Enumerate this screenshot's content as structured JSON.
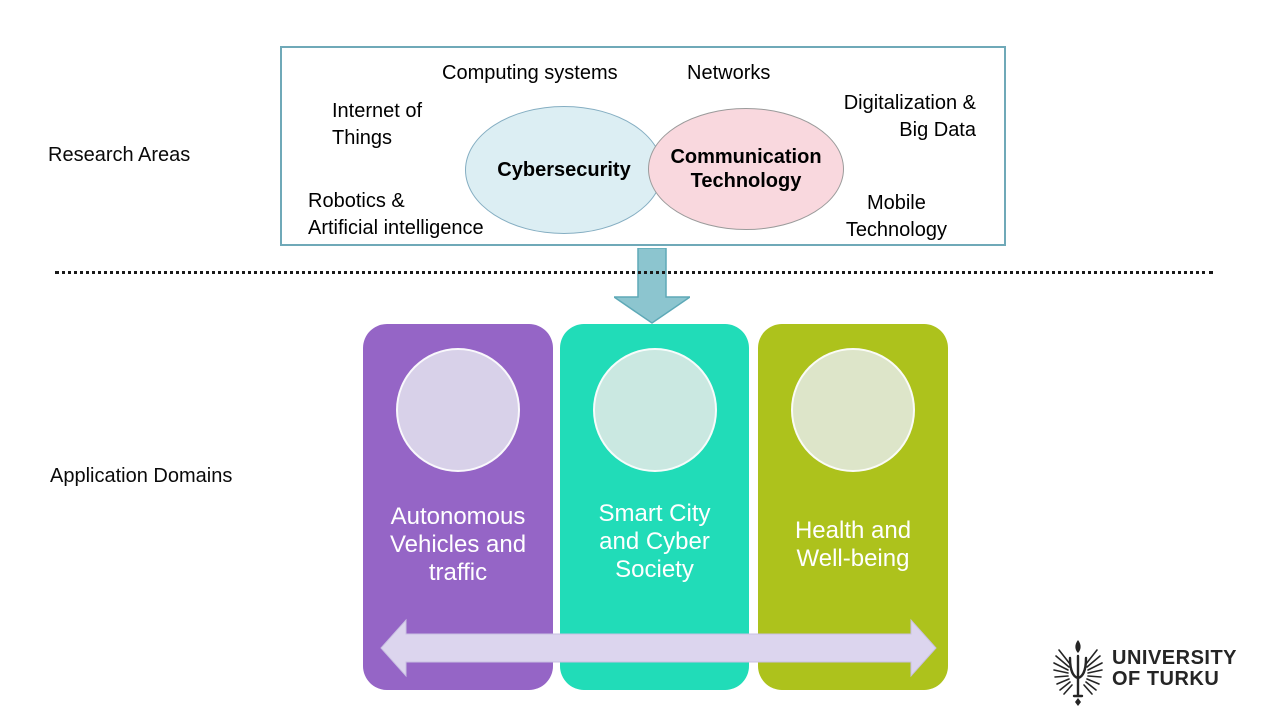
{
  "colors": {
    "background": "#ffffff",
    "box_border": "#6fa9b8",
    "cyber_fill": "#dceef3",
    "cyber_stroke": "#85aec2",
    "comm_fill": "#f9d8de",
    "comm_stroke": "#9b9b9b",
    "down_arrow_fill": "#8cc5cf",
    "down_arrow_stroke": "#5ea9b7",
    "dotted_line": "#1a1a1a",
    "card_purple": "#9565c6",
    "card_teal": "#21dcb8",
    "card_green": "#adc21c",
    "circle_purple": "#d8d1e9",
    "circle_teal": "#cae8e1",
    "circle_green": "#dde5c9",
    "horizontal_arrow_fill": "#dcd5ee",
    "horizontal_arrow_stroke": "#c9c0e2",
    "logo_ink": "#252525"
  },
  "research": {
    "side_label": "Research Areas",
    "topics": {
      "computing_systems": "Computing systems",
      "networks": "Networks",
      "internet_of_things": "Internet of\nThings",
      "digitalization_big_data": "Digitalization &\nBig Data",
      "robotics_ai": "Robotics &\nArtificial intelligence",
      "mobile_technology": "Mobile\nTechnology"
    },
    "ellipses": {
      "cybersecurity": "Cybersecurity",
      "communication_technology": "Communication\nTechnology"
    }
  },
  "applications": {
    "side_label": "Application Domains",
    "cards": [
      {
        "label": "Autonomous\nVehicles and\ntraffic"
      },
      {
        "label": "Smart City\nand Cyber\nSociety"
      },
      {
        "label": "Health and\nWell-being"
      }
    ]
  },
  "logo": {
    "line1": "UNIVERSITY",
    "line2": "OF TURKU"
  }
}
